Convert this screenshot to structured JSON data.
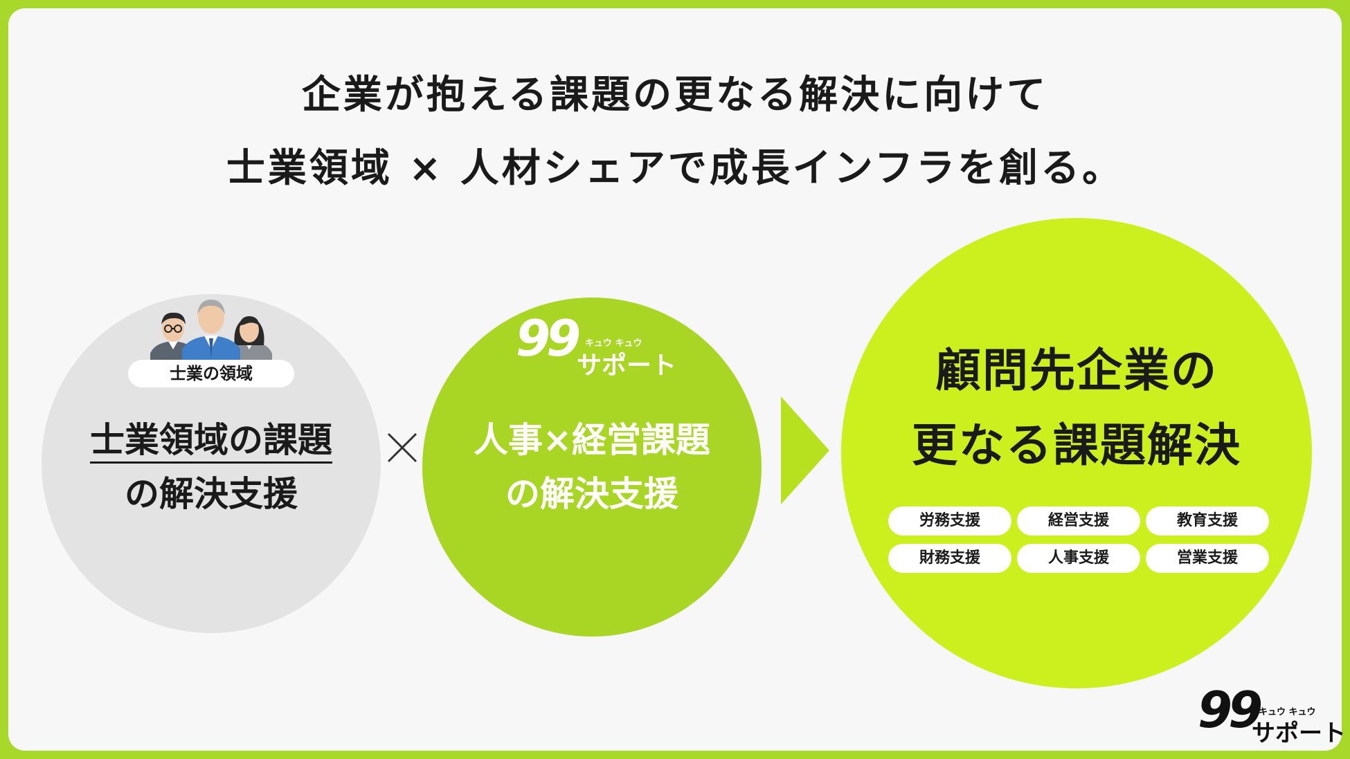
{
  "headline": {
    "line1": "企業が抱える課題の更なる解決に向けて",
    "line2": "士業領域 × 人材シェアで成長インフラを創る。"
  },
  "left_circle": {
    "tag": "士業の領域",
    "line1": "士業領域の課題",
    "line2": "の解決支援"
  },
  "operator": "×",
  "middle_circle": {
    "logo": {
      "nines": "99",
      "ruby": "キュウ キュウ",
      "kana": "サポート"
    },
    "line1": "人事×経営課題",
    "line2": "の解決支援"
  },
  "right_circle": {
    "line1": "顧問先企業の",
    "line2": "更なる課題解決",
    "pills": [
      "労務支援",
      "経営支援",
      "教育支援",
      "財務支援",
      "人事支援",
      "営業支援"
    ]
  },
  "brand_logo": {
    "nines": "99",
    "ruby": "キュウ キュウ",
    "kana": "サポート"
  },
  "colors": {
    "border": "#a8d82a",
    "middle_circle": "#a9d624",
    "right_circle": "#ccf01e",
    "left_circle": "#e3e3e3",
    "arrow": "#b7e01e"
  }
}
